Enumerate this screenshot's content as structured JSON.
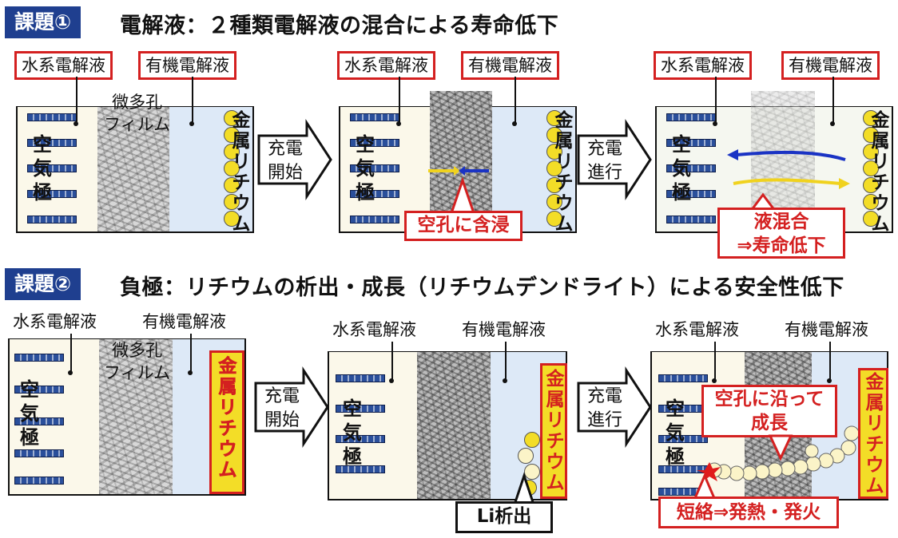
{
  "section1": {
    "badge": "課題①",
    "title": "電解液：２種類電解液の混合による寿命低下",
    "panel1": {
      "water_label": "水系電解液",
      "organic_label": "有機電解液",
      "air": [
        "空",
        "気",
        "極"
      ],
      "film_lines": [
        "微多孔",
        "フィルム"
      ],
      "li": [
        "金",
        "属",
        "リ",
        "チ",
        "ウ",
        "ム"
      ]
    },
    "arrow1": [
      "充電",
      "開始"
    ],
    "panel2": {
      "water_label": "水系電解液",
      "organic_label": "有機電解液",
      "air": [
        "空",
        "気",
        "極"
      ],
      "li": [
        "金",
        "属",
        "リ",
        "チ",
        "ウ",
        "ム"
      ],
      "callout": "空孔に含浸"
    },
    "arrow2": [
      "充電",
      "進行"
    ],
    "panel3": {
      "water_label": "水系電解液",
      "organic_label": "有機電解液",
      "air": [
        "空",
        "気",
        "極"
      ],
      "li": [
        "金",
        "属",
        "リ",
        "チ",
        "ウ",
        "ム"
      ],
      "callout": [
        "液混合",
        "⇒寿命低下"
      ]
    }
  },
  "section2": {
    "badge": "課題②",
    "title": "負極：リチウムの析出・成長（リチウムデンドライト）による安全性低下",
    "panel1": {
      "water_label": "水系電解液",
      "organic_label": "有機電解液",
      "air": [
        "空",
        "気",
        "極"
      ],
      "film_lines": [
        "微多孔",
        "フィルム"
      ],
      "li": [
        "金",
        "属",
        "リ",
        "チ",
        "ウ",
        "ム"
      ]
    },
    "arrow1": [
      "充電",
      "開始"
    ],
    "panel2": {
      "water_label": "水系電解液",
      "organic_label": "有機電解液",
      "air": [
        "空",
        "気",
        "極"
      ],
      "li": [
        "金",
        "属",
        "リ",
        "チ",
        "ウ",
        "ム"
      ],
      "callout": "Li析出"
    },
    "arrow2": [
      "充電",
      "進行"
    ],
    "panel3": {
      "water_label": "水系電解液",
      "organic_label": "有機電解液",
      "air": [
        "空",
        "気",
        "極"
      ],
      "li": [
        "金",
        "属",
        "リ",
        "チ",
        "ウ",
        "ム"
      ],
      "callout_top": [
        "空孔に沿って",
        "成長"
      ],
      "callout_bottom": "短絡⇒発熱・発火"
    }
  },
  "colors": {
    "badge_bg": "#1f3f8f",
    "red": "#d42020",
    "lithium": "#f3dd27",
    "electrode": "#2a4f9b",
    "organic": "#dde9f7",
    "aqueous": "#fbf8ea",
    "flow_blue": "#1a33c4",
    "flow_yellow": "#f0d21e"
  }
}
